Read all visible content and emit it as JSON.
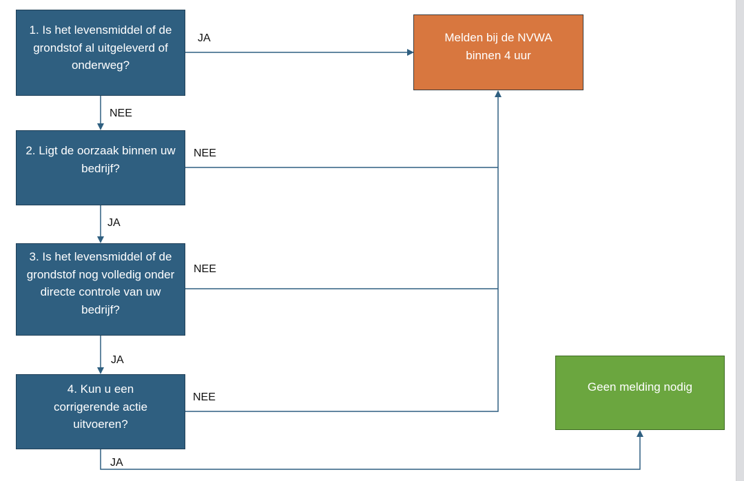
{
  "boxes": {
    "q1": "1. Is het levensmiddel of de grondstof al uitgeleverd of onderweg?",
    "q2": "2. Ligt de oorzaak binnen uw bedrijf?",
    "q3": "3. Is het levensmiddel of de grondstof nog volledig onder directe controle van uw bedrijf?",
    "q4": "4. Kun u een corrigerende actie uitvoeren?",
    "report": "Melden bij de NVWA binnen 4 uur",
    "no_report": "Geen melding nodig"
  },
  "labels": {
    "q1_to_report": "JA",
    "q1_to_q2": "NEE",
    "q2_to_report": "NEE",
    "q2_to_q3": "JA",
    "q3_to_report": "NEE",
    "q3_to_q4": "JA",
    "q4_to_report": "NEE",
    "q4_to_no_report": "JA"
  },
  "colors": {
    "question_fill": "#2f5f80",
    "report_fill": "#d8773f",
    "no_report_fill": "#6ba63f",
    "connector": "#2f5f80"
  }
}
